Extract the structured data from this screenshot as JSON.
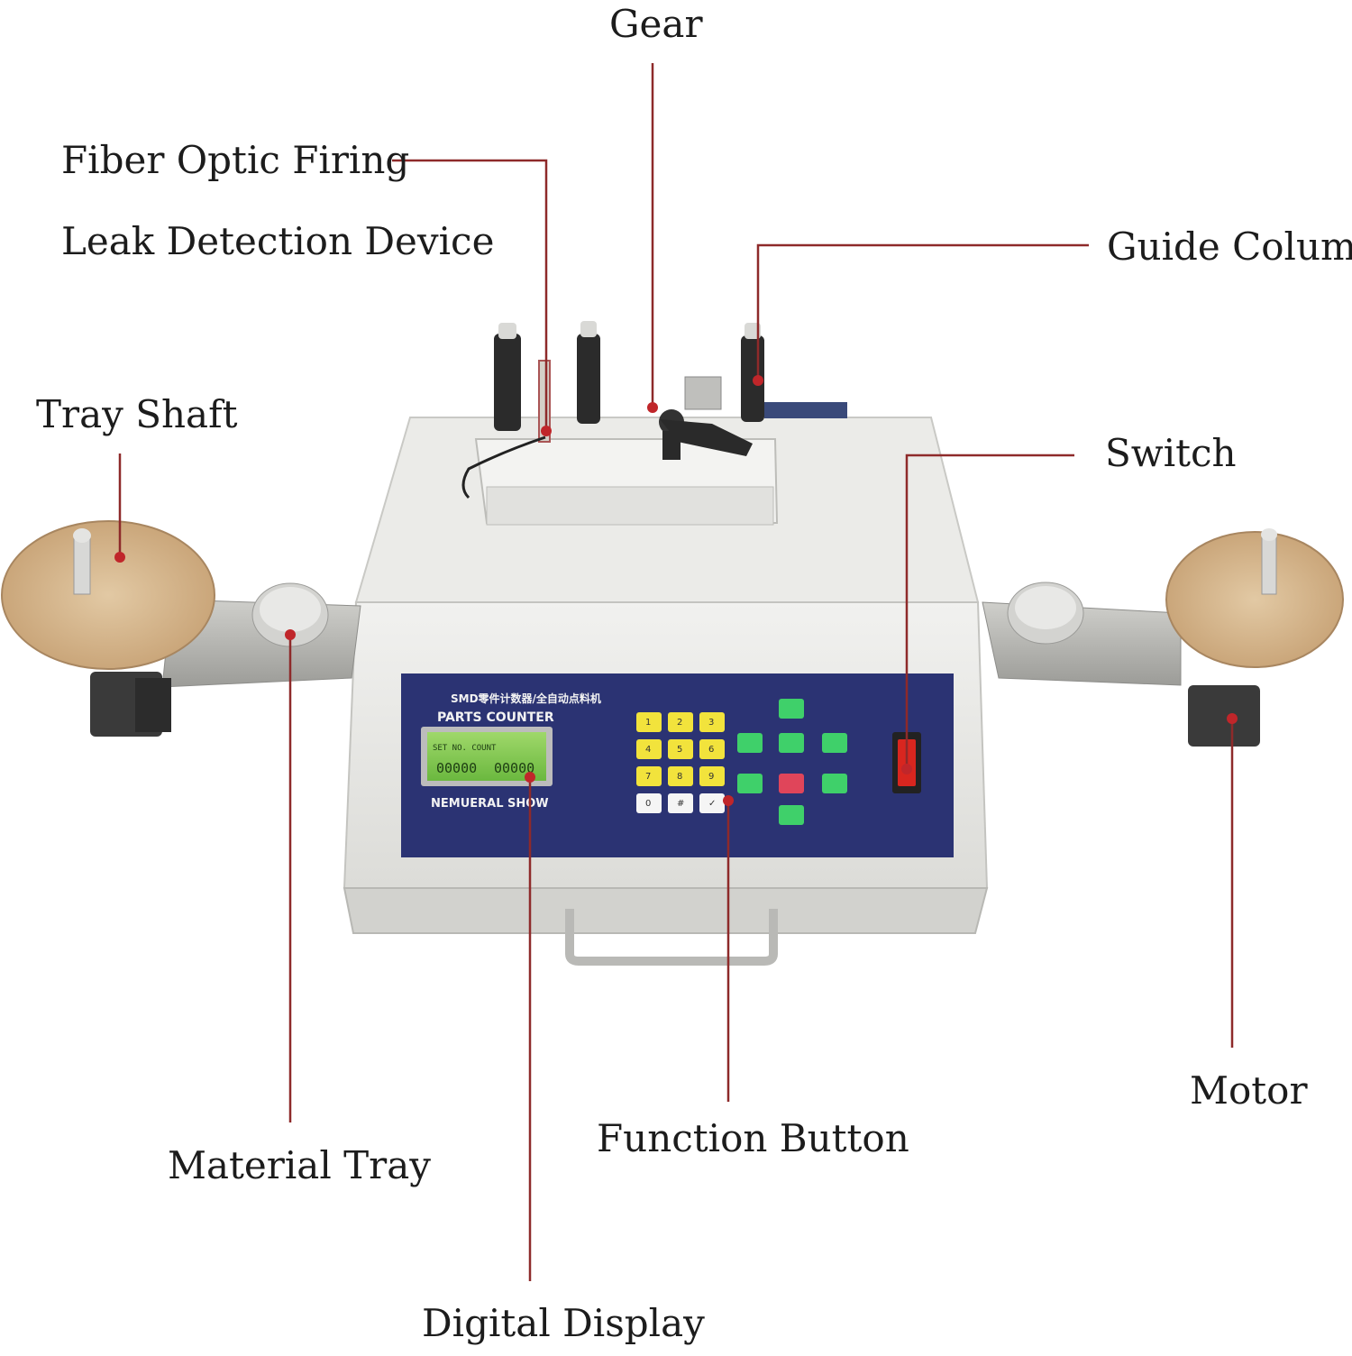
{
  "labels": {
    "gear": "Gear",
    "fiber_line1": "Fiber Optic Firing",
    "fiber_line2": "Leak Detection Device",
    "guide_column": "Guide Column",
    "tray_shaft": "Tray Shaft",
    "switch": "Switch",
    "material_tray": "Material Tray",
    "function_button": "Function Button",
    "motor": "Motor",
    "digital_display": "Digital Display"
  },
  "panel": {
    "chinese_title": "SMD零件计数器/全自动点料机",
    "title": "PARTS COUNTER",
    "subtitle": "NEMUERAL SHOW",
    "lcd_top": "SET  NO.  COUNT",
    "lcd_left": "00000",
    "lcd_right": "00000"
  },
  "keypad": {
    "number_keys": [
      "1",
      "2",
      "3",
      "4",
      "5",
      "6",
      "7",
      "8",
      "9",
      "0",
      "#",
      "✓"
    ],
    "colors": {
      "yellow": "#f2e33c",
      "green": "#3fd06a",
      "red": "#e0455a",
      "panel": "#2b3373",
      "accent_line": "#8e2a2a"
    }
  }
}
